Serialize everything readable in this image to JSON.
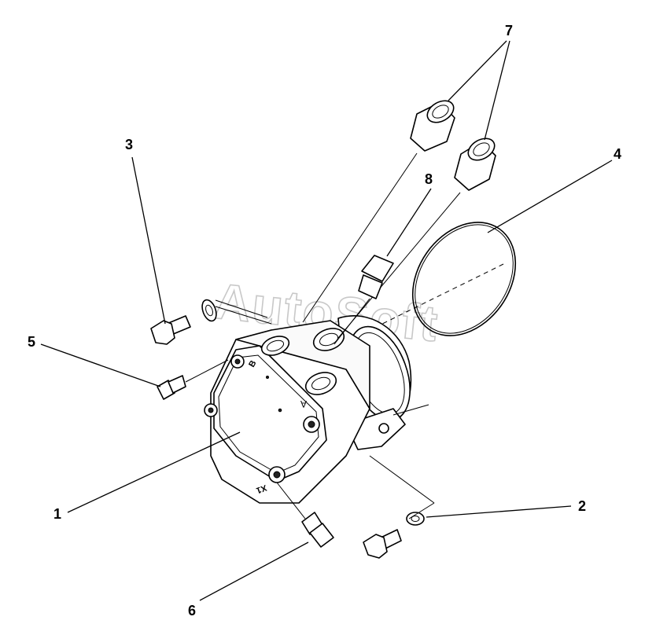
{
  "watermark": "AutoSoft",
  "callouts": [
    {
      "id": "1",
      "label": "1"
    },
    {
      "id": "2",
      "label": "2"
    },
    {
      "id": "3",
      "label": "3"
    },
    {
      "id": "4",
      "label": "4"
    },
    {
      "id": "5",
      "label": "5"
    },
    {
      "id": "6",
      "label": "6"
    },
    {
      "id": "7",
      "label": "7"
    },
    {
      "id": "8",
      "label": "8"
    }
  ],
  "body_marks": {
    "mark_a": "A",
    "mark_b": "B",
    "mark_x1": "X1"
  }
}
